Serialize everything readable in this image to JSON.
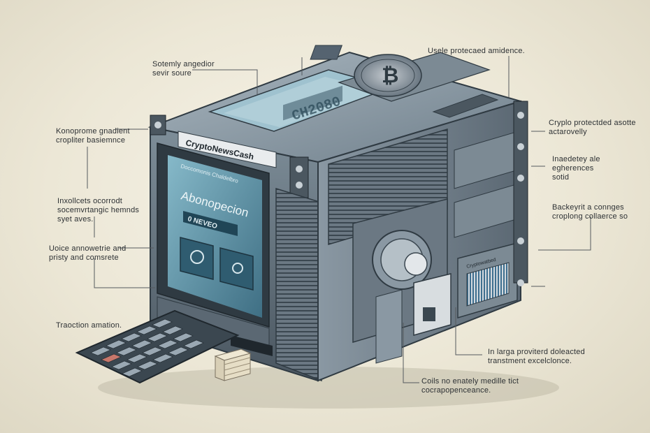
{
  "device": {
    "brand_label": "CryptoNewsCash",
    "top_display_text": "CH2080",
    "screen": {
      "header": "Doccomonis Chaldelbro",
      "title": "Abonopecion",
      "button": "0 NEVEO"
    },
    "side_panel_label": "Cryptowatbed"
  },
  "annotations": {
    "top_left": [
      "Sotemly angedior",
      "sevir soure"
    ],
    "top_right": [
      "Usele protecaed amidence."
    ],
    "left_1": [
      "Konoprome gnadient",
      "cropliter basiemnce"
    ],
    "left_2": [
      "Inxollcets ocorrodt",
      "socemvrtangic hemnds",
      "syet aves."
    ],
    "left_3": [
      "Uoice annowetrie and",
      "pristy and comsrete"
    ],
    "left_4": [
      "Traoction amation."
    ],
    "right_1": [
      "Cryplo protectded asotte",
      "actarovelly"
    ],
    "right_2": [
      "Inaedetey ale",
      "egherences",
      "sotid"
    ],
    "right_3": [
      "Backeyrit a connges",
      "croplong collaerce so"
    ],
    "bottom_right": [
      "In larga proviterd doleacted",
      "transtment excelclonce."
    ],
    "bottom_center": [
      "Coils no enately medille tict",
      "cocrapopenceance."
    ]
  },
  "colors": {
    "metal_light": "#9aa8b3",
    "metal_mid": "#6f7f8b",
    "metal_dark": "#3b4750",
    "screen": "#5d8fa3",
    "screen_glow": "#8ec0cf",
    "accent_blue": "#3e6f8f",
    "leader_line": "#555a5e"
  },
  "icons": [
    "bitcoin-coin-icon",
    "dial-knob-icon",
    "keypad-icon",
    "cash-stack-icon",
    "card-slot-icon"
  ]
}
